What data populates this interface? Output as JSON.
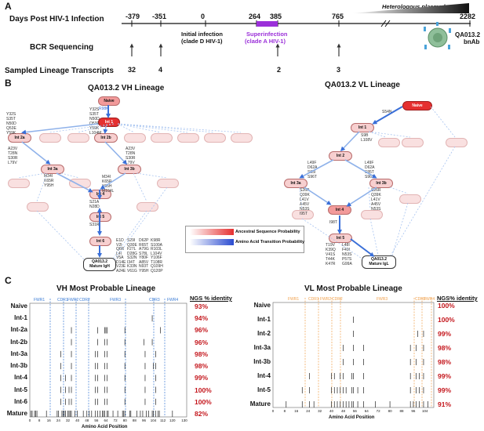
{
  "panels": {
    "a": "A",
    "b": "B",
    "c": "C"
  },
  "timeline": {
    "header_label": "Days Post HIV-1 Infection",
    "ticks": [
      "-379",
      "-351",
      "0",
      "264",
      "385",
      "765",
      "2282"
    ],
    "gradient_label": "Heterologous plasma breadth",
    "initial_infection": "Initial infection",
    "initial_clade": "(clade D HIV-1)",
    "superinfection": "Superinfection",
    "super_clade": "(clade A HIV-1)",
    "bnab_name": "QA013.2",
    "bnab_label": "bnAb",
    "bcr_label": "BCR Sequencing",
    "sampled_label": "Sampled Lineage Transcripts",
    "sampled_counts": [
      "32",
      "4",
      "2",
      "3"
    ],
    "colors": {
      "superinfection": "#9b30d9",
      "arrow_blue": "#3a6fd8"
    }
  },
  "vh": {
    "title": "QA013.2 VH Lineage",
    "nodes": [
      "Naive",
      "Int 1",
      "Int 2a",
      "Int 2b",
      "Int 3a",
      "Int 3b",
      "Int 4",
      "Int 5",
      "Int 6"
    ],
    "mature": [
      "QA013.2",
      "Mature IgH"
    ],
    "mutations": {
      "naive": "R98K",
      "int2a_left": [
        "Y32S",
        "S35T",
        "N50D",
        "Q53E",
        "Y59K"
      ],
      "int2b_left": [
        "Y32S",
        "S35T",
        "N50D",
        "Q53E",
        "Y59K",
        "L104M"
      ],
      "int3a_left": [
        "A23V",
        "T28N",
        "S30R",
        "L79V"
      ],
      "int3a_below": [
        "M34I",
        "K65R",
        "Y95H"
      ],
      "int3b_left": [
        "A23V",
        "T28N",
        "S30R",
        "L79V"
      ],
      "int3b_below": [
        "M34I",
        "K65R",
        "Y95H",
        "M104L"
      ],
      "int4": [
        "S21A",
        "N28D"
      ],
      "int5": [
        "S31R"
      ],
      "final_cols": [
        [
          "E1D",
          "V2I",
          "Q6R",
          "L4I",
          "V5A",
          "D14E",
          "V23E",
          "A24E"
        ],
        [
          "S29I",
          "Q30E",
          "F27L",
          "D28G",
          "S32N",
          "I34T",
          "K33N",
          "V61G"
        ],
        [
          "D62P",
          "R65T",
          "A79G",
          "S78L",
          "Y80F",
          "A85V",
          "N93T",
          "Y95H"
        ],
        [
          "K98R",
          "S100A",
          "R103L",
          "L104V",
          "Y106F",
          "T108R",
          "Q109H",
          "Q120P"
        ]
      ]
    }
  },
  "vl": {
    "title": "QA013.2 VL Lineage",
    "nodes": [
      "Naive",
      "Int 1",
      "Int 2",
      "Int 3a",
      "Int 3b",
      "Int 4",
      "Int 5"
    ],
    "mature": [
      "QA013.2",
      "Mature IgL"
    ],
    "mutations": {
      "naive": "S54N",
      "int1": [
        "S9B",
        "L108V"
      ],
      "int2_left": [
        "L49F",
        "D62A",
        "S95I",
        "S96T"
      ],
      "int2_right": [
        "L49F",
        "D62A",
        "S95T",
        "S96T"
      ],
      "int3a_left": [
        "S26R",
        "Q39K",
        "L41V",
        "A45V",
        "N53S",
        "I95T"
      ],
      "int3b_left": [
        "S26R",
        "Q39K",
        "L41V",
        "A45V",
        "N53S"
      ],
      "int4": [
        "I98T"
      ],
      "int5_left": [
        "T19V",
        "K39Q",
        "V41S",
        "T44K",
        "K47R"
      ],
      "int5_right": [
        "L48I",
        "F49I",
        "N53S",
        "P57S",
        "G99A"
      ]
    }
  },
  "legend": {
    "ancestral": "Ancestral Sequence Probability",
    "transition": "Amino Acid Transition Probability"
  },
  "vh_plot": {
    "title": "VH Most Probable Lineage",
    "pct_header": "NGS % identity",
    "rows": [
      "Naive",
      "Int-1",
      "Int-2a",
      "Int-2b",
      "Int-3a",
      "Int-3b",
      "Int-4",
      "Int-5",
      "Int-6",
      "Mature"
    ],
    "pcts": [
      "93%",
      "94%",
      "96%",
      "96%",
      "98%",
      "98%",
      "99%",
      "100%",
      "100%",
      "82%"
    ],
    "regions": [
      "FWR1",
      "CDR1",
      "FWR2",
      "CDR2",
      "FWR3",
      "CDR3",
      "FWR4"
    ],
    "x_ticks": [
      "0",
      "8",
      "16",
      "24",
      "32",
      "40",
      "48",
      "56",
      "64",
      "72",
      "80",
      "88",
      "96",
      "104",
      "112",
      "120",
      "130"
    ],
    "xlabel": "Amino Acid Position",
    "region_color": "#3a7bd5"
  },
  "vl_plot": {
    "title": "VL Most Probable Lineage",
    "pct_header": "NGS% identity",
    "rows": [
      "Naive",
      "Int-1",
      "Int-2",
      "Int-3a",
      "Int-3b",
      "Int-4",
      "Int-5",
      "Mature"
    ],
    "pcts": [
      "100%",
      "100%",
      "99%",
      "98%",
      "98%",
      "99%",
      "99%",
      "91%"
    ],
    "regions": [
      "FWR1",
      "CDR1",
      "FWR2",
      "CDR2",
      "FWR3",
      "CDR3",
      "FWR4"
    ],
    "x_ticks": [
      "0",
      "8",
      "16",
      "24",
      "32",
      "40",
      "48",
      "56",
      "64",
      "72",
      "80",
      "88",
      "96",
      "104"
    ],
    "xlabel": "Amino Acid Position",
    "region_color": "#f0a04b"
  }
}
